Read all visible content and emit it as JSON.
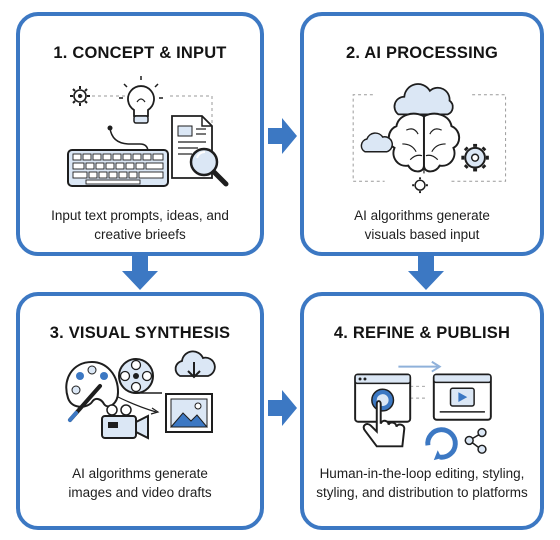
{
  "steps": [
    {
      "title": "1. CONCEPT & INPUT",
      "description": [
        "Input text prompts, ideas, and",
        "creative brieefs"
      ],
      "icons": [
        "gear-icon",
        "lightbulb-icon",
        "keyboard-icon",
        "document-icon",
        "magnifier-icon"
      ]
    },
    {
      "title": "2. AI PROCESSING",
      "description": [
        "AI algorithms generate",
        "visuals based input"
      ],
      "icons": [
        "cloud-icon",
        "brain-icon",
        "gear-icon"
      ]
    },
    {
      "title": "3. VISUAL SYNTHESIS",
      "description": [
        "AI algorithms generate",
        "images and video drafts"
      ],
      "icons": [
        "palette-icon",
        "film-reel-icon",
        "cloud-download-icon",
        "video-camera-icon",
        "image-icon"
      ]
    },
    {
      "title": "4. REFINE & PUBLISH",
      "description": [
        "Human-in-the-loop editing, styling,",
        "styling, and distribution to platforms"
      ],
      "icons": [
        "browser-window-icon",
        "hand-pointer-icon",
        "refresh-icon",
        "video-player-icon",
        "share-icon"
      ]
    }
  ],
  "colors": {
    "accent": "#3c78c3",
    "light_fill": "#dbe7f5",
    "stroke": "#1e1e1e"
  }
}
